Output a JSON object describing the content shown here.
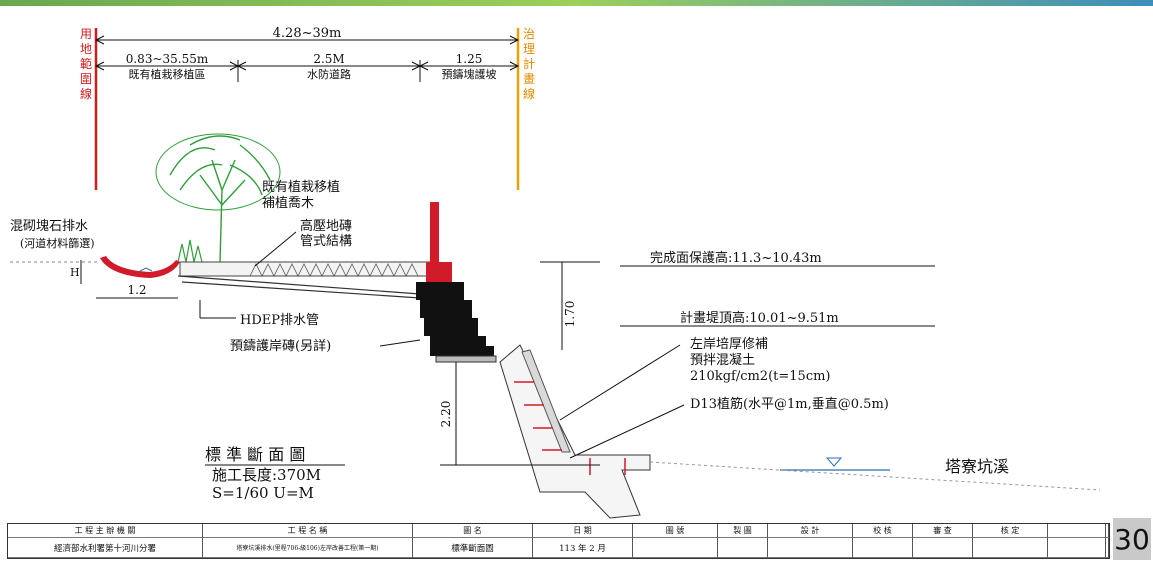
{
  "dimensions": {
    "total": "4.28~39m",
    "zone1_width": "0.83~35.55m",
    "zone1_label": "既有植栽移植區",
    "zone2_width": "2.5M",
    "zone2_label": "水防道路",
    "zone3_width": "1.25",
    "zone3_label": "預鑄塊護坡"
  },
  "boundary_left": [
    "用",
    "地",
    "範",
    "圍",
    "線"
  ],
  "boundary_right": [
    "治",
    "理",
    "計",
    "畫",
    "線"
  ],
  "labels": {
    "tree_line1": "既有植栽移植",
    "tree_line2": "補植喬木",
    "drain_title": "混砌塊石排水",
    "drain_sub": "(河道材料篩選)",
    "brick_line1": "高壓地磚",
    "brick_line2": "管式結構",
    "h_label": "H",
    "drain_width": "1.2",
    "hdep": "HDEP排水管",
    "precast": "預鑄護岸磚(另詳)",
    "completed_height": "完成面保護高:11.3~10.43m",
    "planned_crest": "計畫堤頂高:10.01~9.51m",
    "dim_170": "1.70",
    "dim_220": "2.20",
    "reinf_line1": "左岸培厚修補",
    "reinf_line2": "預拌混凝土",
    "reinf_line3": "210kgf/cm2(t=15cm)",
    "rebar": "D13植筋(水平@1m,垂直@0.5m)",
    "creek": "塔寮坑溪"
  },
  "drawing_info": {
    "title": "標 準 斷 面 圖",
    "length": "施工長度:370M",
    "scale": "S=1/60   U=M"
  },
  "title_block": {
    "headers": [
      "工 程 主 辦 機 關",
      "工 程 名 稱",
      "圖 名",
      "日 期",
      "圖 號",
      "製 圖",
      "設 計",
      "校 核",
      "審 查",
      "核 定"
    ],
    "agency": "經濟部水利署第十河川分署",
    "project": "塔寮坑溪排水(里程706-級106)左岸改善工程(第一期)",
    "drawing_name": "標準斷面圖",
    "date": "113 年 2 月"
  },
  "page_number": "30",
  "colors": {
    "boundary_left": "#d21c1c",
    "boundary_right": "#e08a00",
    "tree": "#2e9e3a",
    "concrete_red": "#d11a2a"
  }
}
